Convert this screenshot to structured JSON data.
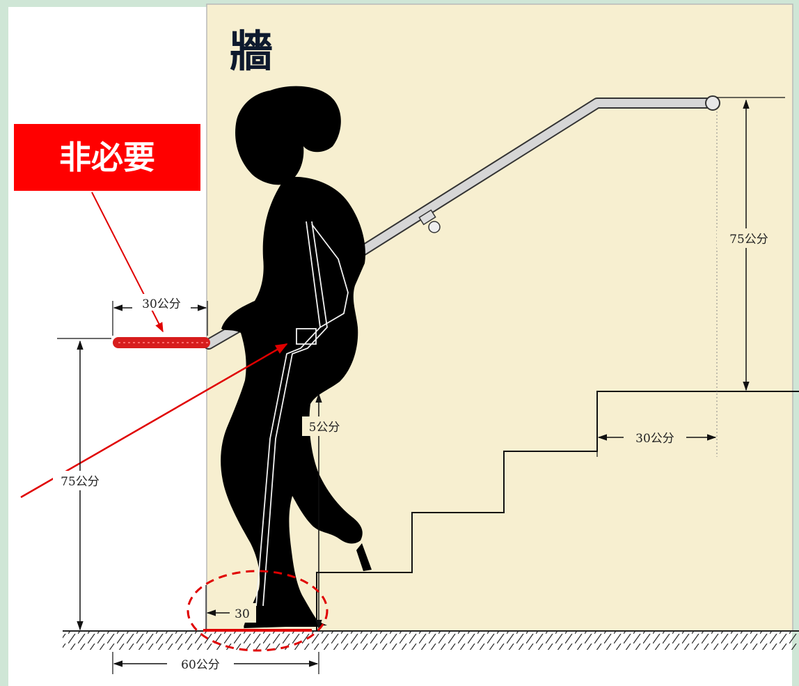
{
  "diagram": {
    "wall_label": "牆",
    "callout_label": "非必要",
    "dimensions": {
      "extension_length": "30公分",
      "left_handrail_height": "75公分",
      "right_handrail_height": "75公分",
      "step_depth": "30公分",
      "step_rise_partial": "5公分",
      "foot_length_partial": "30",
      "floor_span": "60公分"
    },
    "colors": {
      "wall": "#f7efd0",
      "frame": "#cfe6d6",
      "callout_red": "#e00000",
      "silhouette": "#000000",
      "handrail": "#c8c8c8"
    }
  }
}
